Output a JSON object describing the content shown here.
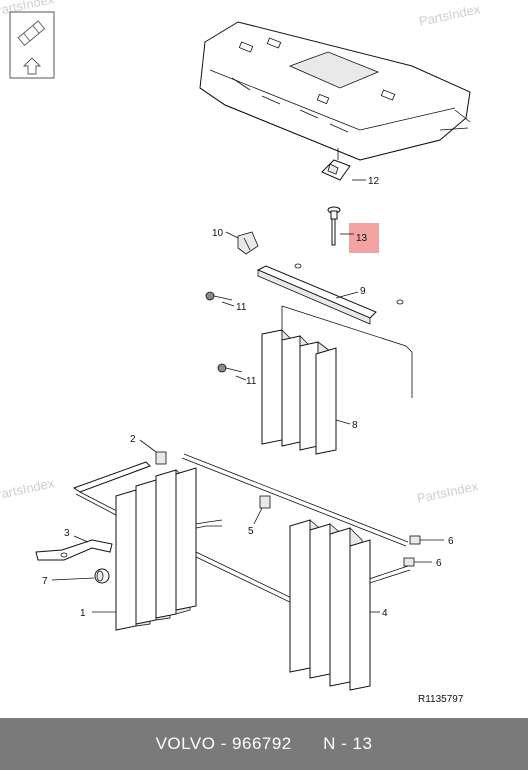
{
  "watermark": "PartsIndex",
  "reference_code": "R1135797",
  "footer": {
    "brand": "VOLVO",
    "separator": " - ",
    "part_number": "966792",
    "position": "N - 13"
  },
  "highlight_color": "#f4a3a3",
  "nav_icon": "view-orientation-icon",
  "callouts": [
    "1",
    "2",
    "3",
    "4",
    "5",
    "6",
    "6",
    "7",
    "8",
    "9",
    "10",
    "11",
    "11",
    "12",
    "13"
  ]
}
